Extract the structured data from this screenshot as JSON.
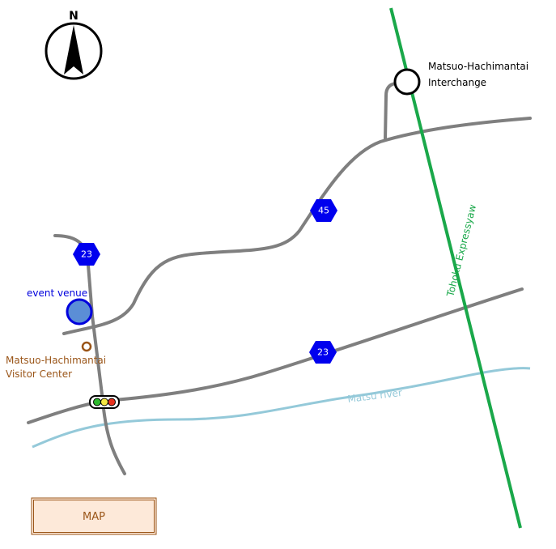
{
  "compass": {
    "label": "N"
  },
  "interchange": {
    "line1": "Matsuo-Hachimantai",
    "line2": "Interchange"
  },
  "expressway": {
    "label": "Tohoku Expressyaw",
    "color": "#1aa84a"
  },
  "river": {
    "label": "Matsu river",
    "color": "#94c9d9"
  },
  "route_shields": [
    {
      "number": "45"
    },
    {
      "number": "23"
    },
    {
      "number": "23"
    }
  ],
  "event_venue": {
    "label": "event venue",
    "color": "#0000dd",
    "fill": "#5b8ed6"
  },
  "visitor_center": {
    "line1": "Matsuo-Hachimantai",
    "line2": "Visitor Center",
    "color": "#9a5518"
  },
  "map_button": {
    "label": "MAP"
  },
  "colors": {
    "road": "#7f7f7f",
    "shield": "#0000ee"
  }
}
